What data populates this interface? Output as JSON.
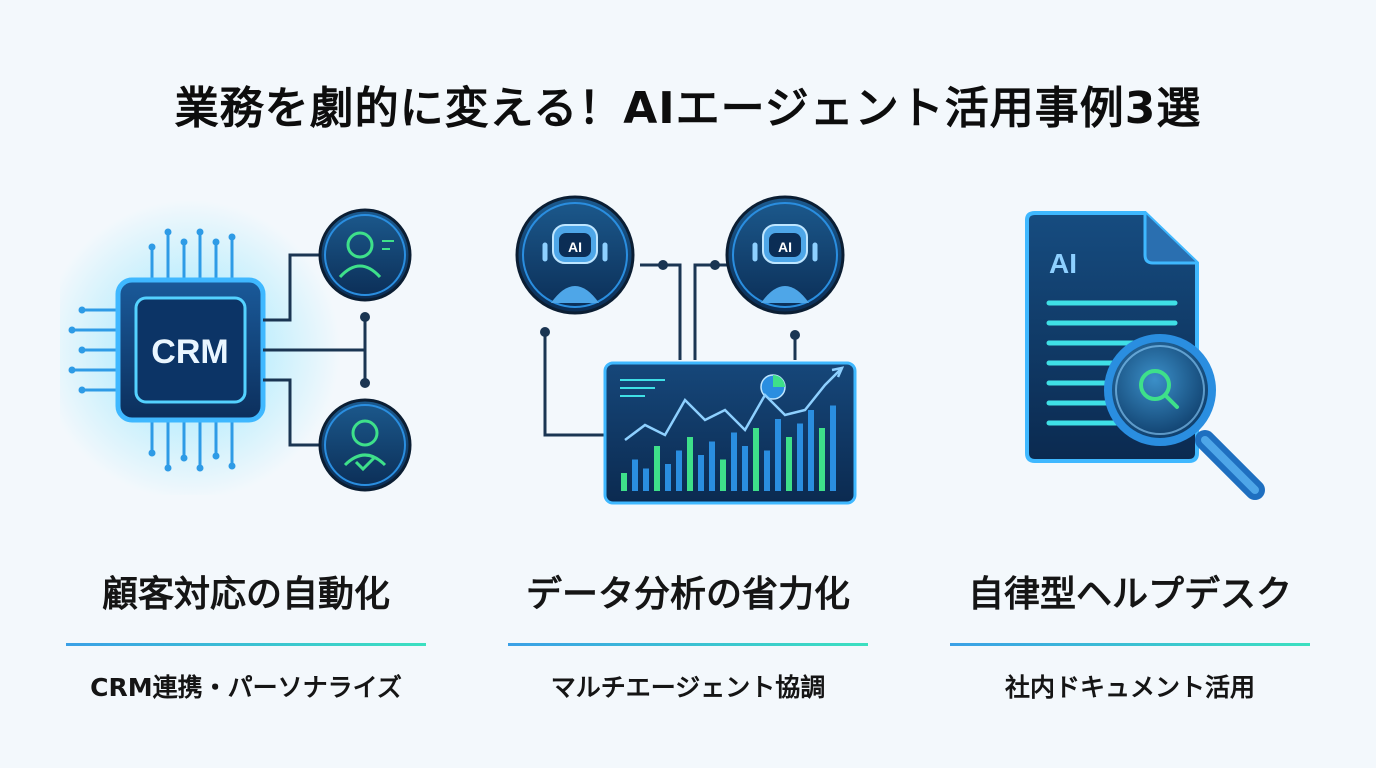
{
  "title": "業務を劇的に変える！AIエージェント活用事例3選",
  "cards": [
    {
      "heading": "顧客対応の自動化",
      "sub": "CRM連携・パーソナライズ",
      "icon_text": "CRM",
      "icons": [
        "chip-icon",
        "user-icon",
        "user-check-icon"
      ]
    },
    {
      "heading": "データ分析の省力化",
      "sub": "マルチエージェント協調",
      "icon_text_a": "AI",
      "icon_text_b": "AI",
      "icons": [
        "robot-icon",
        "robot-icon",
        "dashboard-chart-icon"
      ]
    },
    {
      "heading": "自律型ヘルプデスク",
      "sub": "社内ドキュメント活用",
      "icon_text": "AI",
      "icons": [
        "document-icon",
        "magnifier-icon"
      ]
    }
  ],
  "colors": {
    "navy": "#0e3a66",
    "blue": "#2a8ee0",
    "cyan": "#3fe0e6",
    "green": "#3ee08a",
    "background": "#f3f8fc"
  }
}
